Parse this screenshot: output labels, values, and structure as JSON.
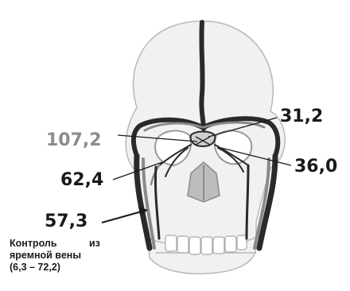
{
  "values": {
    "top_right": "31,2",
    "left_grey": "107,2",
    "right_mid": "36,0",
    "left_mid": "62,4",
    "left_low": "57,3"
  },
  "note": {
    "line1_a": "Контроль",
    "line1_b": "из",
    "line2": "яремной вены",
    "line3": "(6,3 – 72,2)"
  },
  "colors": {
    "vessel_dark": "#2a2a2a",
    "vessel_grey": "#8a8a8a",
    "skull_outline": "#b8b8b8",
    "skull_fill": "#f1f1f1"
  }
}
